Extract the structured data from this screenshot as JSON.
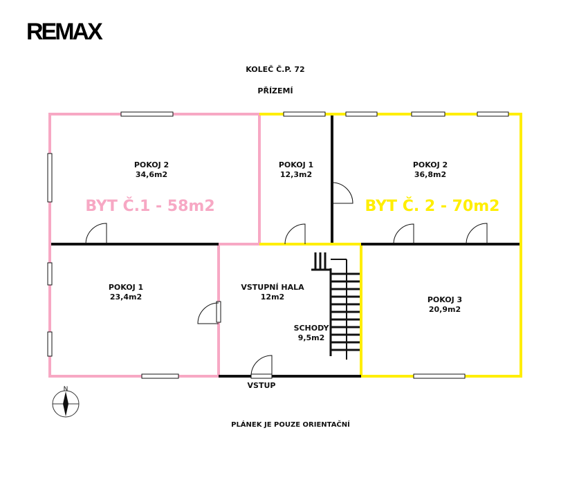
{
  "logo": "RE/MAX",
  "logo_text": "REMAX",
  "title": "KOLEČ Č.P. 72",
  "floor": "PŘÍZEMÍ",
  "colors": {
    "unit1": "#f7a8c4",
    "unit2": "#ffee00",
    "wall": "#111111"
  },
  "units": [
    {
      "label": "BYT Č.1 - 58m2"
    },
    {
      "label": "BYT Č. 2 - 70m2"
    }
  ],
  "rooms": [
    {
      "name": "POKOJ 2",
      "area": "34,6m2"
    },
    {
      "name": "POKOJ 1",
      "area": "12,3m2"
    },
    {
      "name": "POKOJ 2",
      "area": "36,8m2"
    },
    {
      "name": "POKOJ 1",
      "area": "23,4m2"
    },
    {
      "name": "VSTUPNÍ HALA",
      "area": "12m2"
    },
    {
      "name": "SCHODY",
      "area": "9,5m2"
    },
    {
      "name": "POKOJ 3",
      "area": "20,9m2"
    }
  ],
  "entrance": "VSTUP",
  "compass": "N",
  "note": "PLÁNEK JE POUZE ORIENTAČNÍ"
}
